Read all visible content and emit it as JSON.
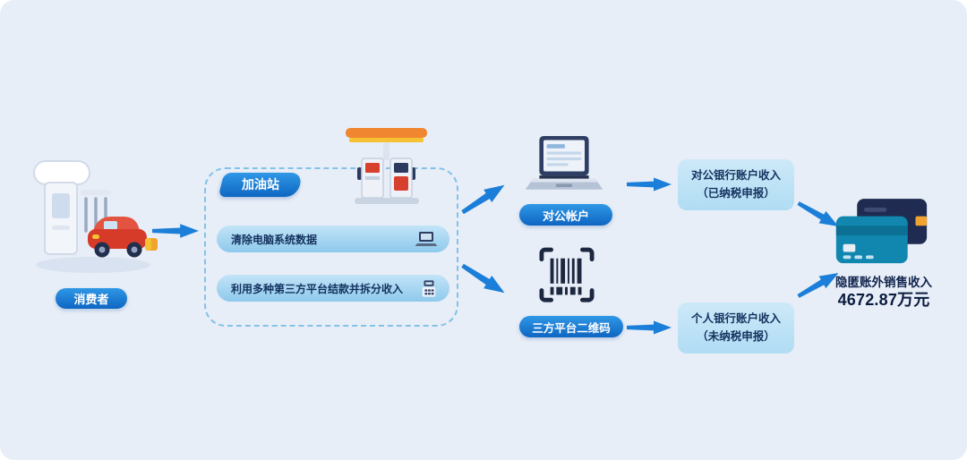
{
  "diagram": {
    "consumer_label": "消费者",
    "station": {
      "title": "加油站",
      "steps": [
        {
          "label": "清除电脑系统数据"
        },
        {
          "label": "利用多种第三方平台结款并拆分收入"
        }
      ]
    },
    "corporate": {
      "node_label": "对公帐户",
      "result_line1": "对公银行账户收入",
      "result_line2": "（已纳税申报）"
    },
    "personal": {
      "node_label": "三方平台二维码",
      "result_line1": "个人银行账户收入",
      "result_line2": "（未纳税申报）"
    },
    "final": {
      "title": "隐匿账外销售收入",
      "amount": "4672.87万元"
    }
  },
  "colors": {
    "background": "#e8eef7",
    "primary_blue": "#1b7ed8",
    "pill_gradient_top": "#2f97e6",
    "pill_gradient_bottom": "#0e66c2",
    "bar_blue": "#8ec9ec",
    "result_box_blue": "#b0dcf4",
    "dashed_border": "#82c2e8",
    "text_dark": "#14325f",
    "accent_orange": "#f0a32f",
    "accent_red": "#d63b2a",
    "card_teal": "#1187b0",
    "card_navy": "#1f2b50"
  }
}
